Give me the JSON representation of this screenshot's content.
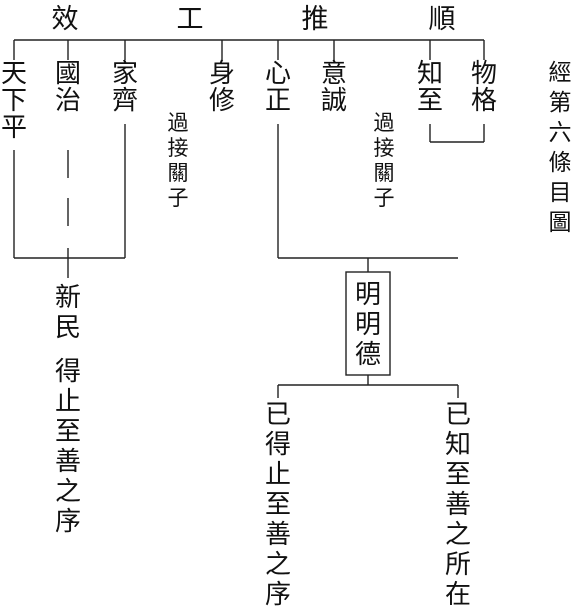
{
  "top_labels": [
    "效",
    "工",
    "推",
    "順"
  ],
  "side_title": "經第六條目圖",
  "items": [
    {
      "id": "tianxia_ping",
      "text": "天下平"
    },
    {
      "id": "guo_zhi",
      "text": "國治"
    },
    {
      "id": "jia_qi",
      "text": "家齊"
    },
    {
      "id": "shen_xiu",
      "text": "身修"
    },
    {
      "id": "xin_zheng",
      "text": "心正"
    },
    {
      "id": "yi_cheng",
      "text": "意誠"
    },
    {
      "id": "zhi_zhi",
      "text": "知至"
    },
    {
      "id": "wu_ge",
      "text": "物格"
    }
  ],
  "transition_notes": [
    "過接關子",
    "過接關子"
  ],
  "center_box": "明明德",
  "xinmin": "新民",
  "xinmin_note": "得止至善之序",
  "bottom_left": "已得止至善之序",
  "bottom_right": "已知至善之所在"
}
